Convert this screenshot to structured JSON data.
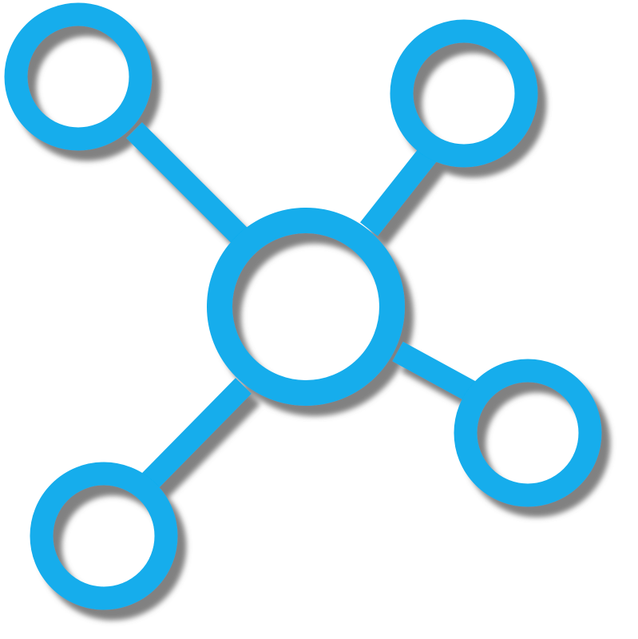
{
  "icon": {
    "name": "network-hub-icon",
    "color": "#12adec",
    "shadow_color": "#6b6b6b",
    "background": "#ffffff",
    "nodes": [
      {
        "name": "node-center",
        "role": "hub"
      },
      {
        "name": "node-top-left",
        "role": "satellite"
      },
      {
        "name": "node-top-right",
        "role": "satellite"
      },
      {
        "name": "node-bottom-left",
        "role": "satellite"
      },
      {
        "name": "node-right",
        "role": "satellite"
      }
    ],
    "connectors": [
      {
        "name": "connector-top-left",
        "from": "node-center",
        "to": "node-top-left"
      },
      {
        "name": "connector-top-right",
        "from": "node-center",
        "to": "node-top-right"
      },
      {
        "name": "connector-bottom-left",
        "from": "node-center",
        "to": "node-bottom-left"
      },
      {
        "name": "connector-right",
        "from": "node-center",
        "to": "node-right"
      }
    ]
  }
}
